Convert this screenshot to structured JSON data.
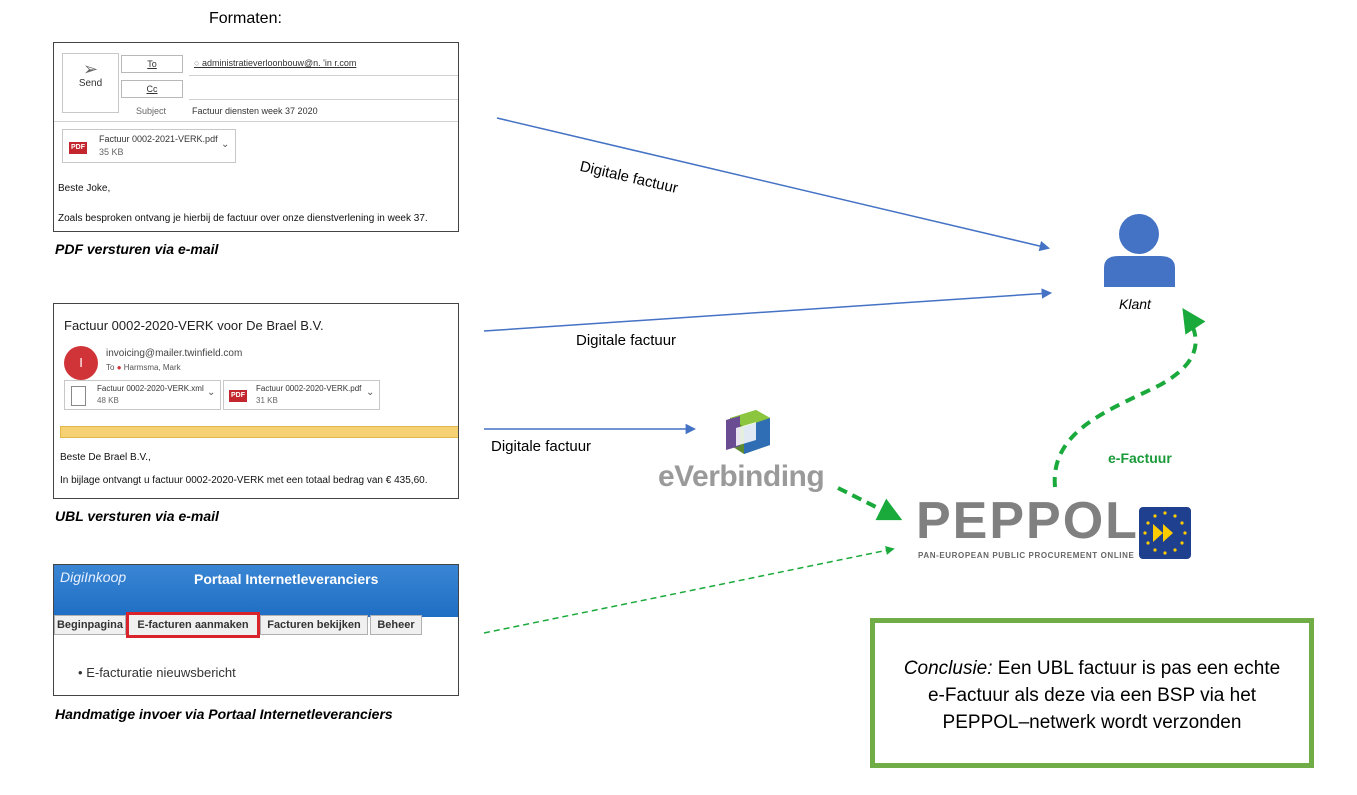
{
  "heading": "Formaten:",
  "email1": {
    "send_label": "Send",
    "to_label": "To",
    "cc_label": "Cc",
    "subject_label": "Subject",
    "to_value": "administratieverloonbouw@n.    'in    r.com",
    "subject_value": "Factuur diensten week 37 2020",
    "attachment_name": "Factuur 0002-2021-VERK.pdf",
    "attachment_size": "35 KB",
    "pdf_badge": "PDF",
    "greeting": "Beste Joke,",
    "body": "Zoals besproken ontvang je hierbij de factuur over onze dienstverlening in week 37.",
    "caption": "PDF versturen via e-mail"
  },
  "email2": {
    "title": "Factuur 0002-2020-VERK voor De Brael B.V.",
    "avatar_letter": "I",
    "sender": "invoicing@mailer.twinfield.com",
    "to_label": "To",
    "to_value": "Harmsma, Mark",
    "attachments": [
      {
        "name": "Factuur 0002-2020-VERK.xml",
        "size": "48 KB"
      },
      {
        "name": "Factuur 0002-2020-VERK.pdf",
        "size": "31 KB"
      }
    ],
    "pdf_badge": "PDF",
    "greeting": "Beste De Brael B.V.,",
    "body": "In bijlage ontvangt u factuur 0002-2020-VERK met een totaal bedrag van € 435,60.",
    "caption": "UBL versturen via e-mail"
  },
  "portal": {
    "brand": "DigiInkoop",
    "title": "Portaal Internetleveranciers",
    "tabs": [
      "Beginpagina",
      "E-facturen aanmaken",
      "Facturen bekijken",
      "Beheer"
    ],
    "bullet": "E-facturatie nieuwsbericht",
    "caption": "Handmatige invoer via Portaal Internetleveranciers"
  },
  "arrows": {
    "label1": "Digitale factuur",
    "label2": "Digitale factuur",
    "label3": "Digitale factuur",
    "efactuur": "e-Factuur"
  },
  "klant": "Klant",
  "everbinding": "eVerbinding",
  "peppol": {
    "name": "PEPPOL",
    "subtitle": "PAN-EUROPEAN PUBLIC PROCUREMENT ONLINE"
  },
  "conclusion": {
    "prefix": "Conclusie:",
    "text": " Een UBL factuur is pas een echte e-Factuur als deze via een BSP via het PEPPOL–netwerk wordt verzonden"
  },
  "colors": {
    "arrow_blue": "#4472c4",
    "arrow_green": "#1aaa3c",
    "person_blue": "#4472c4",
    "conclusion_border": "#70ad47"
  }
}
